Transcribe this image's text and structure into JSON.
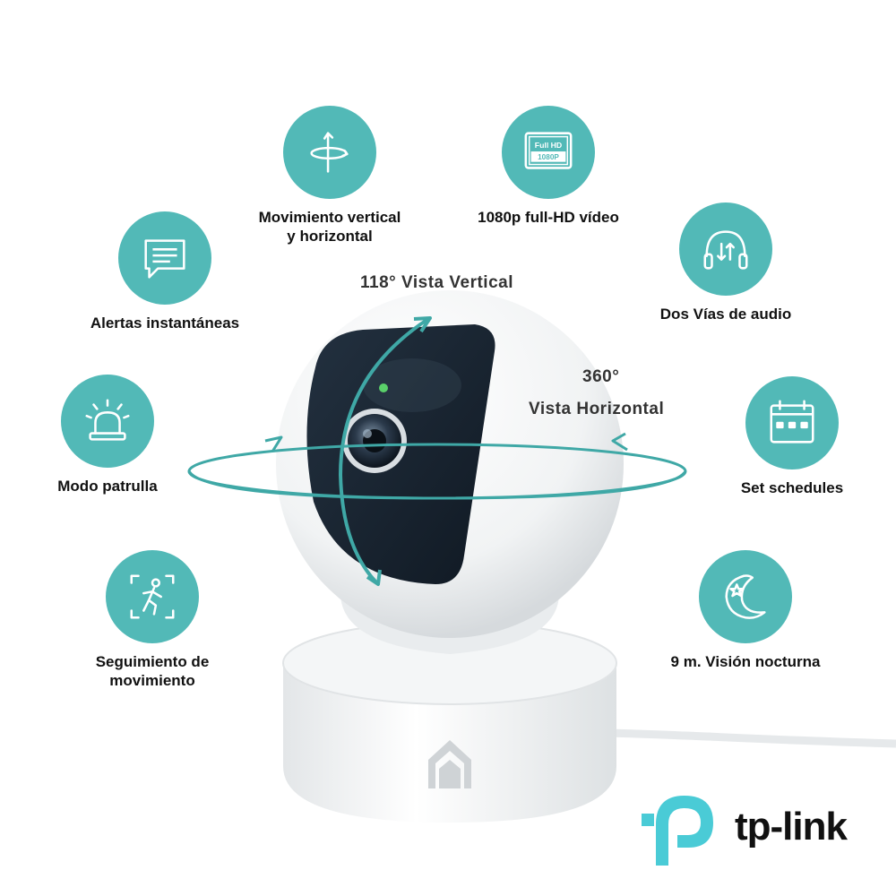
{
  "colors": {
    "accent": "#52b9b7",
    "brand_teal": "#4acbd6",
    "text": "#111111"
  },
  "features": {
    "pan_tilt": {
      "icon": "rotate-axis-icon",
      "label_line1": "Movimiento vertical",
      "label_line2": "y horizontal"
    },
    "full_hd": {
      "icon": "full-hd-display-icon",
      "badge_top": "Full HD",
      "badge_bottom": "1080P",
      "label": "1080p full-HD vídeo"
    },
    "alerts": {
      "icon": "message-icon",
      "label": "Alertas instantáneas"
    },
    "audio": {
      "icon": "headphones-icon",
      "label": "Dos Vías de audio"
    },
    "patrol": {
      "icon": "siren-icon",
      "label": "Modo patrulla"
    },
    "schedules": {
      "icon": "calendar-icon",
      "label": "Set schedules"
    },
    "tracking": {
      "icon": "running-person-icon",
      "label_line1": "Seguimiento de",
      "label_line2": "movimiento"
    },
    "night": {
      "icon": "moon-star-icon",
      "label": "9 m. Visión nocturna"
    }
  },
  "views": {
    "vertical": "118° Vista Vertical",
    "horizontal_deg": "360°",
    "horizontal_label": "Vista Horizontal"
  },
  "brand": {
    "name": "tp-link",
    "logo_icon": "tp-link-logo-icon"
  }
}
